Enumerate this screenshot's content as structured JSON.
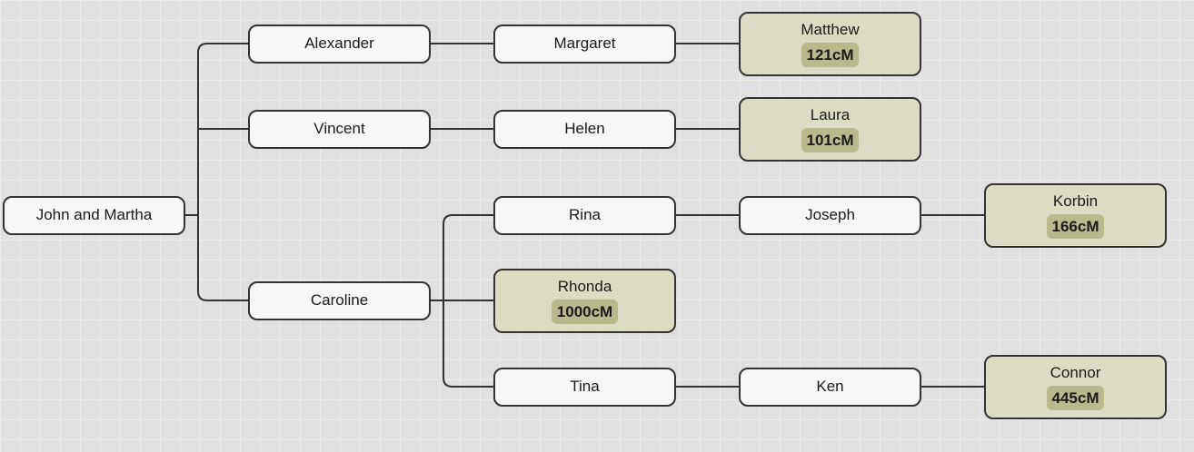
{
  "root": {
    "name": "John and Martha",
    "children": [
      {
        "name": "Alexander",
        "children": [
          {
            "name": "Margaret",
            "children": [
              {
                "name": "Matthew",
                "cm": "121cM"
              }
            ]
          }
        ]
      },
      {
        "name": "Vincent",
        "children": [
          {
            "name": "Helen",
            "children": [
              {
                "name": "Laura",
                "cm": "101cM"
              }
            ]
          }
        ]
      },
      {
        "name": "Caroline",
        "children": [
          {
            "name": "Rina",
            "children": [
              {
                "name": "Joseph",
                "children": [
                  {
                    "name": "Korbin",
                    "cm": "166cM"
                  }
                ]
              }
            ]
          },
          {
            "name": "Rhonda",
            "cm": "1000cM"
          },
          {
            "name": "Tina",
            "children": [
              {
                "name": "Ken",
                "children": [
                  {
                    "name": "Connor",
                    "cm": "445cM"
                  }
                ]
              }
            ]
          }
        ]
      }
    ]
  }
}
